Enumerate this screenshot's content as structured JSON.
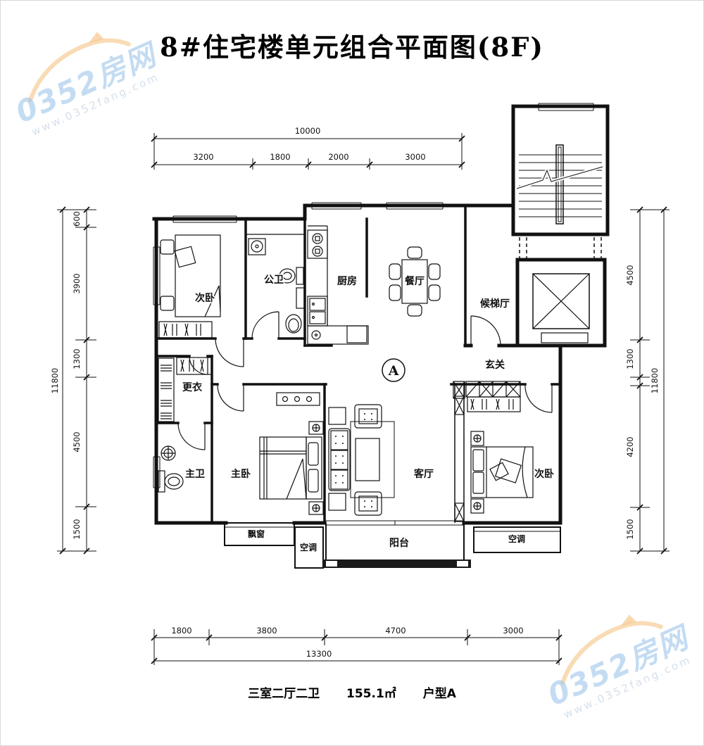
{
  "title": "8#住宅楼单元组合平面图(8F)",
  "watermark": {
    "brand": "0352房网",
    "url": "www.0352fang.com",
    "blue": "#9dc4ea",
    "orange": "#f6c88e"
  },
  "summary": {
    "layout": "三室二厅二卫",
    "area": "155.1㎡",
    "unit": "户型A"
  },
  "section_marker": "A",
  "rooms": {
    "bedroom_tl": "次卧",
    "public_bath": "公卫",
    "kitchen": "厨房",
    "dining": "餐厅",
    "elevator_hall": "候梯厅",
    "foyer": "玄关",
    "dressing": "更衣",
    "master_bath": "主卫",
    "master_bedroom": "主卧",
    "living": "客厅",
    "bedroom_r": "次卧",
    "bay_window": "飘窗",
    "ac_left": "空调",
    "balcony": "阳台",
    "ac_right": "空调"
  },
  "dimensions": {
    "top": {
      "total": "10000",
      "segments": [
        "3200",
        "1800",
        "2000",
        "3000"
      ]
    },
    "bottom": {
      "total": "13300",
      "segments": [
        "1800",
        "3800",
        "4700",
        "3000"
      ]
    },
    "left": {
      "total": "11800",
      "segments": [
        "600",
        "3900",
        "1300",
        "4500",
        "1500"
      ]
    },
    "right": {
      "total": "11800",
      "segments": [
        "4500",
        "1300",
        "4200",
        "1500"
      ]
    }
  }
}
